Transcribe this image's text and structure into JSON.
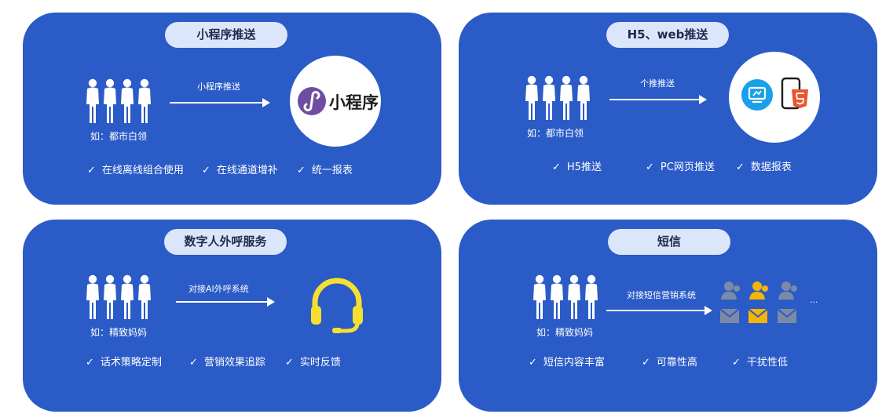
{
  "cards": {
    "mini": {
      "title": "小程序推送",
      "audience": "如：都市白领",
      "arrow_label": "小程序推送",
      "logo_text": "小程序",
      "features": [
        "在线离线组合使用",
        "在线通道增补",
        "统一报表"
      ]
    },
    "h5": {
      "title": "H5、web推送",
      "audience": "如：都市白领",
      "arrow_label": "个推推送",
      "features": [
        "H5推送",
        "PC网页推送",
        "数据报表"
      ]
    },
    "ai": {
      "title": "数字人外呼服务",
      "audience": "如：精致妈妈",
      "arrow_label": "对接AI外呼系统",
      "features": [
        "话术策略定制",
        "营销效果追踪",
        "实时反馈"
      ]
    },
    "sms": {
      "title": "短信",
      "audience": "如：精致妈妈",
      "arrow_label": "对接短信营销系统",
      "ellipsis": "...",
      "features": [
        "短信内容丰富",
        "可靠性高",
        "干扰性低"
      ]
    }
  },
  "check_glyph": "✓",
  "colors": {
    "card_bg": "#2a5bc7",
    "pill_bg": "#dbe6fb",
    "headset": "#f5e030",
    "mini_logo": "#6f4ea0",
    "h5_orange": "#e9562d",
    "monitor_blue": "#1aa0ea",
    "user_gray": "#7d8aa5",
    "user_yellow": "#f2b705"
  },
  "icons": [
    "people-group-icon",
    "mini-program-logo-icon",
    "monitor-icon",
    "phone-html5-icon",
    "headset-icon",
    "sms-user-icon",
    "envelope-icon"
  ]
}
